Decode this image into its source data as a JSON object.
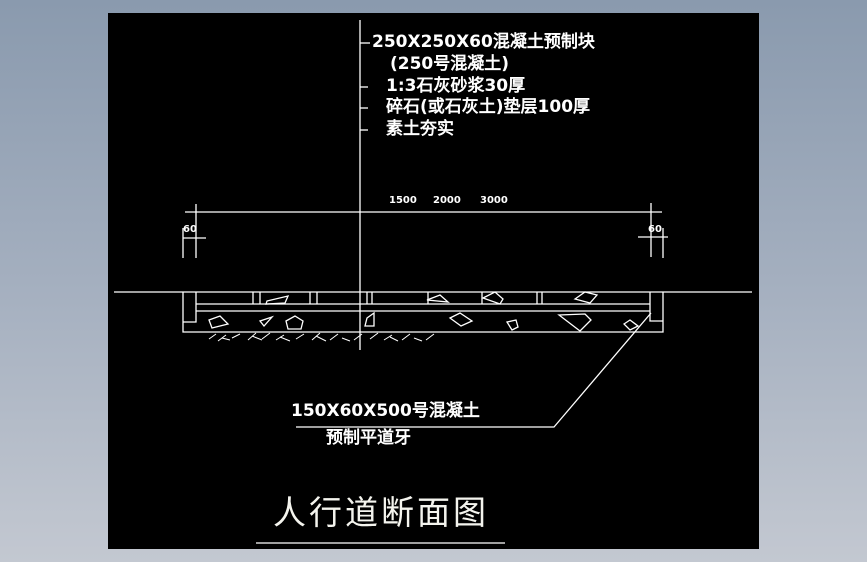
{
  "drawing": {
    "title": "人行道断面图",
    "background_color": "#000000",
    "line_color": "#ffffff",
    "viewport_bg_top": "#8a9aae",
    "viewport_bg_bottom": "#c3c8d1"
  },
  "layer_callouts": [
    {
      "text": "250X250X60混凝土预制块"
    },
    {
      "text": "(250号混凝土)"
    },
    {
      "text": "1:3石灰砂浆30厚"
    },
    {
      "text": "碎石(或石灰土)垫层100厚"
    },
    {
      "text": "素土夯实"
    }
  ],
  "dimensions": {
    "widths": [
      "1500",
      "2000",
      "3000"
    ],
    "left_offset": "60",
    "right_offset": "60"
  },
  "curb_callout": {
    "line1": "150X60X500号混凝土",
    "line2": "预制平道牙"
  }
}
